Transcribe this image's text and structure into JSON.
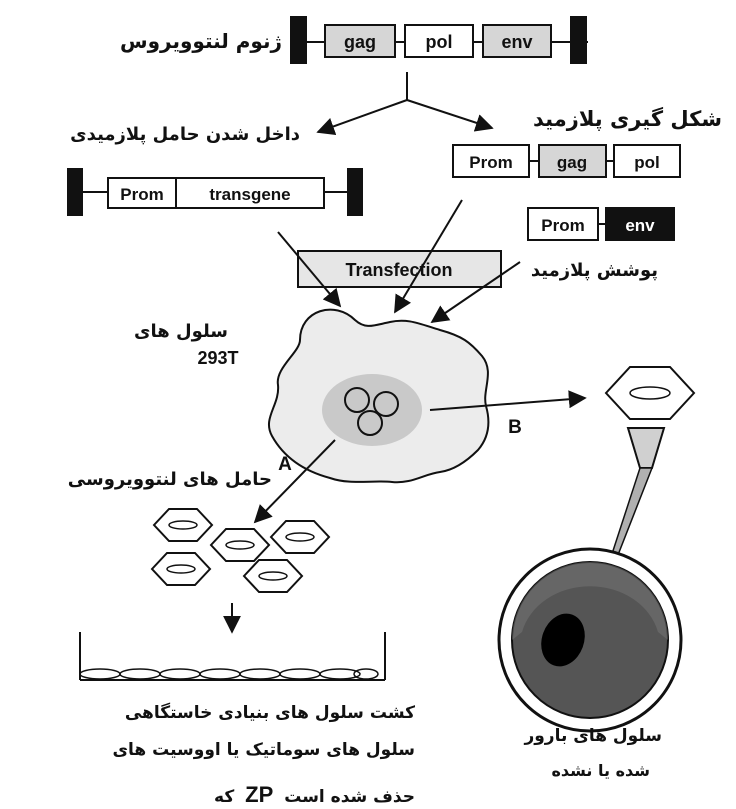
{
  "genome": {
    "label": "ژنوم لنتوویروس",
    "segments": [
      "gag",
      "pol",
      "env"
    ]
  },
  "vector_plasmid": {
    "label": "داخل شدن حامل پلازمیدی",
    "segments": [
      "Prom",
      "transgene"
    ]
  },
  "packaging_plasmid": {
    "label": "شکل گیری پلازمید",
    "segments": [
      "Prom",
      "gag",
      "pol"
    ]
  },
  "envelope_plasmid": {
    "label": "پوشش پلازمید",
    "segments": [
      "Prom",
      "env"
    ]
  },
  "transfection_label": "Transfection",
  "cells": {
    "line1": "سلول های",
    "line2": "293T"
  },
  "path_a": "A",
  "path_b": "B",
  "vectors_label": "حامل های لنتوویروسی",
  "stem_cells_caption": {
    "line1": "کشت سلول های بنیادی خاستگاهی",
    "line2": "سلول های سوماتیک یا اووسیت های",
    "line3_a": "که",
    "line3_zp": "ZP",
    "line3_b": "حذف شده است"
  },
  "egg_caption": {
    "line1": "سلول های بارور",
    "line2": "شده یا نشده"
  },
  "colors": {
    "ink": "#111111",
    "box_fill": "#ffffff",
    "shaded": "#d6d6d6",
    "cell": "#ececec",
    "nucleus": "#c9c9c9"
  }
}
